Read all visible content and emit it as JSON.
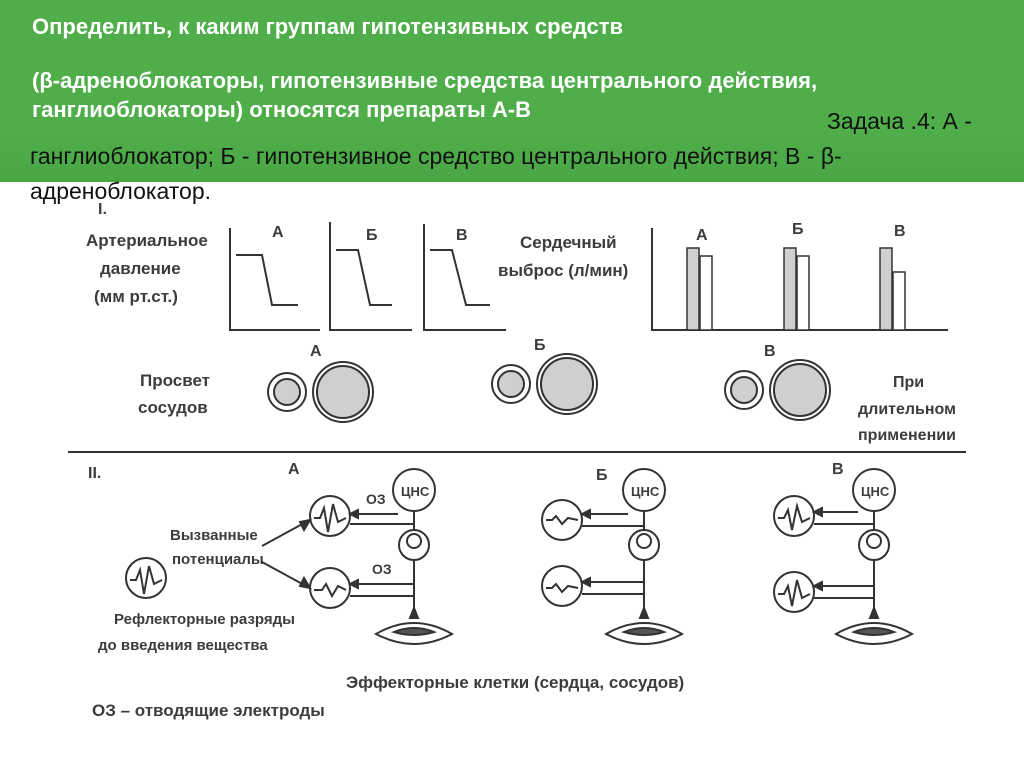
{
  "header": {
    "title": "Определить, к каким группам гипотензивных средств",
    "subtitle": "(β-адреноблокаторы, гипотензивные средства центрального действия, ганглиоблокаторы) относятся препараты А-В"
  },
  "answer": "Задача .4: А - ганглиоблокатор; Б - гипотензивное средство центрального действия; В - β-адреноблокатор.",
  "figure": {
    "section1": "I.",
    "section2": "II.",
    "bp_label": [
      "Артериальное",
      "давление",
      "(мм рт.ст.)"
    ],
    "co_label": [
      "Сердечный",
      "выброс (л/мин)"
    ],
    "lumen_label": [
      "Просвет",
      "сосудов"
    ],
    "longterm_label": [
      "При",
      "длительном",
      "применении"
    ],
    "letters": [
      "А",
      "Б",
      "В"
    ],
    "evoked_label": [
      "Вызванные",
      "потенциалы"
    ],
    "reflex_label": [
      "Рефлекторные разряды",
      "до введения вещества"
    ],
    "oz": "ОЗ",
    "cns": "ЦНС",
    "effector_label": "Эффекторные клетки (сердца, сосудов)",
    "electrodes_label": "ОЗ – отводящие электроды"
  }
}
